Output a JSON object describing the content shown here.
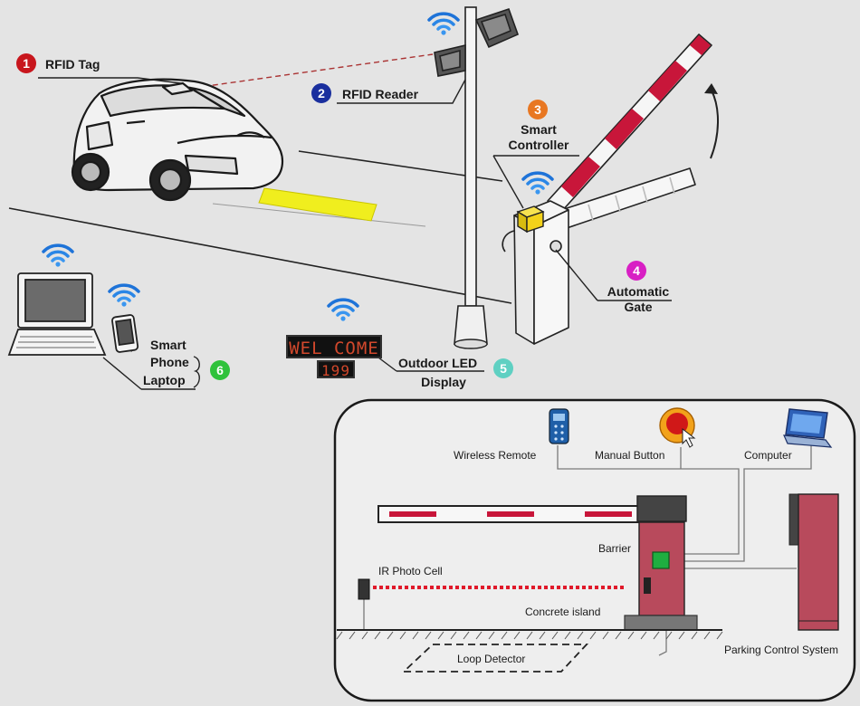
{
  "colors": {
    "badge_rfid_tag": "#c8161d",
    "badge_rfid_reader": "#1a2f9e",
    "badge_smart_controller": "#e87722",
    "badge_automatic_gate": "#d81fc4",
    "badge_led_display": "#5fd0c2",
    "badge_devices": "#2fc23b",
    "barrier_stripe": "#c8163a",
    "cabinet_fill": "#b84a5c",
    "led_text": "#d2482c",
    "controller_box": "#f3d21a",
    "road_marking": "#f0ee1e",
    "wifi": "#1e73d8"
  },
  "labels": {
    "rfid_tag": {
      "number": "1",
      "text": "RFID Tag"
    },
    "rfid_reader": {
      "number": "2",
      "text": "RFID Reader"
    },
    "smart_controller": {
      "number": "3",
      "line1": "Smart",
      "line2": "Controller"
    },
    "automatic_gate": {
      "number": "4",
      "line1": "Automatic",
      "line2": "Gate"
    },
    "led_display": {
      "number": "5",
      "line1": "Outdoor LED",
      "line2": "Display"
    },
    "devices": {
      "number": "6",
      "smart": "Smart",
      "phone": "Phone",
      "laptop": "Laptop"
    }
  },
  "led_panel": {
    "top_text": "WEL COME",
    "bottom_text": "199"
  },
  "inset": {
    "wireless_remote": "Wireless Remote",
    "manual_button": "Manual Button",
    "computer": "Computer",
    "barrier": "Barrier",
    "ir_photo_cell": "IR Photo Cell",
    "concrete_island": "Concrete island",
    "loop_detector": "Loop Detector",
    "parking_control_system": "Parking Control System"
  },
  "icons": [
    "wifi-icon",
    "car-icon",
    "pole-icon",
    "barrier-gate-icon",
    "laptop-icon",
    "smartphone-icon",
    "remote-icon",
    "push-button-icon",
    "computer-icon",
    "cabinet-icon"
  ]
}
